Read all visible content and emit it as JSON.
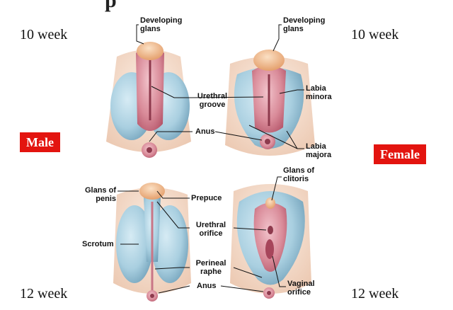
{
  "title_fragment": "p",
  "weeks": {
    "top_left": "10 week",
    "top_right": "10 week",
    "bottom_left": "12 week",
    "bottom_right": "12 week"
  },
  "badges": {
    "male": "Male",
    "female": "Female"
  },
  "labels": {
    "developing_glans_left": [
      "Developing",
      "glans"
    ],
    "developing_glans_right": [
      "Developing",
      "glans"
    ],
    "urethral_groove": [
      "Urethral",
      "groove"
    ],
    "labia_minora": [
      "Labia",
      "minora"
    ],
    "anus_top": [
      "Anus"
    ],
    "labia_majora": [
      "Labia",
      "majora"
    ],
    "glans_of_penis": [
      "Glans of",
      "penis"
    ],
    "prepuce": [
      "Prepuce"
    ],
    "glans_of_clitoris": [
      "Glans of",
      "clitoris"
    ],
    "urethral_orifice": [
      "Urethral",
      "orifice"
    ],
    "scrotum": [
      "Scrotum"
    ],
    "perineal_raphe": [
      "Perineal",
      "raphe"
    ],
    "anus_bottom": [
      "Anus"
    ],
    "vaginal_orifice": [
      "Vaginal",
      "orifice"
    ]
  },
  "colors": {
    "skin": "#f3d9c8",
    "blue_swelling": "#a9cfe0",
    "blue_dark": "#6f9fb8",
    "pink": "#d98b99",
    "pink_dark": "#b5566a",
    "glans": "#f0b27f",
    "badge": "#e3140f"
  }
}
